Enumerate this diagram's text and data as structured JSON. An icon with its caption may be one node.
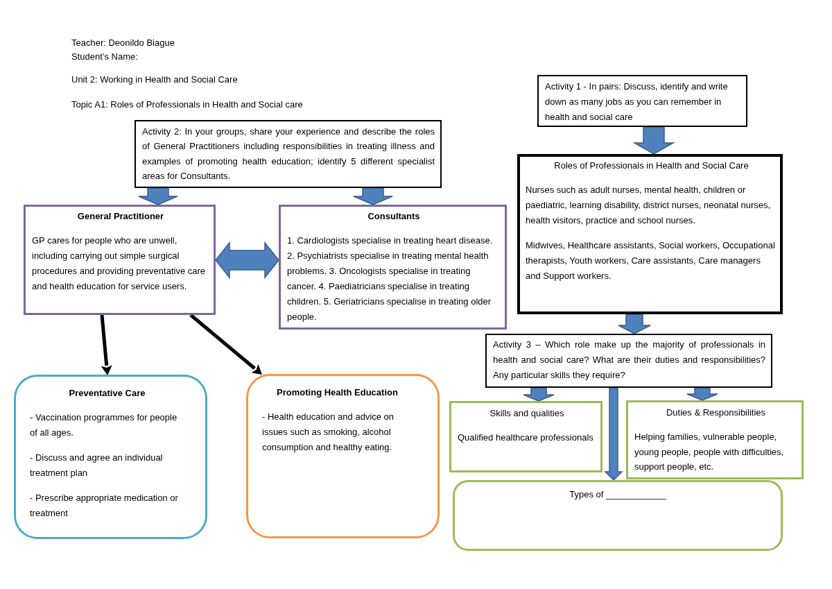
{
  "diagram": {
    "nodes": [
      {
        "text": [
          "Activity 2: In your groups, share your experience and describe the roles of General Practitioners including responsibilities in treating illness and examples of promoting health education; identify 5 different specialist areas for Consultants."
        ]
      },
      {
        "text": [
          "General Practitioner",
          "GP cares for people who are unwell, including carrying out simple surgical procedures and providing preventative care and health education for service users."
        ]
      },
      {
        "text": [
          "Consultants",
          "1. Cardiologists specialise in treating heart disease. 2. Psychiatrists specialise in treating mental health problems. 3. Oncologists specialise in treating cancer. 4. Paediatricians specialise in treating children. 5. Geriatricians specialise in treating older people."
        ]
      },
      {
        "text": [
          "Preventative Care",
          "- Vaccination programmes for people of all ages.",
          "- Discuss and agree an individual treatment plan",
          "- Prescribe appropriate medication or treatment"
        ]
      },
      {
        "text": [
          "Promoting Health Education",
          "- Health education and advice on issues such as smoking, alcohol consumption and healthy eating."
        ]
      },
      {
        "text": [
          "Activity 1 - In pairs: Discuss, identify and write down as many jobs as you can remember in health and social care"
        ]
      },
      {
        "text": [
          "Roles of Professionals in Health and Social Care",
          "Nurses such as adult nurses, mental health, children or paediatric, learning disability, district nurses, neonatal nurses, health visitors, practice and school nurses.",
          "Midwives, Healthcare assistants, Social workers, Occupational therapists, Youth workers, Care assistants, Care managers and Support workers."
        ]
      },
      {
        "text": [
          "Activity 3 – Which role make up the majority of professionals in health and social care? What are their duties and responsibilities? Any particular skills they require?"
        ]
      },
      {
        "text": [
          "Skills and qualities",
          "Qualified healthcare professionals"
        ]
      },
      {
        "text": [
          "Duties & Responsibilities",
          "Helping families, vulnerable people, young people, people with difficulties, support people, etc."
        ]
      },
      {
        "text": [
          "Types of ____________"
        ]
      }
    ],
    "edges": [
      {
        "from": 0,
        "to": 1,
        "arrow": "to"
      },
      {
        "from": 0,
        "to": 2,
        "arrow": "to"
      },
      {
        "from": 1,
        "to": 2,
        "arrow": "both"
      },
      {
        "from": 1,
        "to": 3,
        "arrow": "to",
        "color": "#000000"
      },
      {
        "from": 1,
        "to": 4,
        "arrow": "to",
        "color": "#000000"
      },
      {
        "from": 5,
        "to": 6,
        "arrow": "to"
      },
      {
        "from": 6,
        "to": 7,
        "arrow": "to"
      },
      {
        "from": 7,
        "to": 8,
        "arrow": "to"
      },
      {
        "from": 7,
        "to": 9,
        "arrow": "to"
      },
      {
        "from": 7,
        "to": 10,
        "arrow": "to"
      }
    ],
    "labels": [
      "Teacher: Deonildo Biague",
      "Student’s Name:",
      "Unit 2: Working in Health and Social Care",
      "Topic A1: Roles of Professionals in Health and Social care"
    ]
  }
}
